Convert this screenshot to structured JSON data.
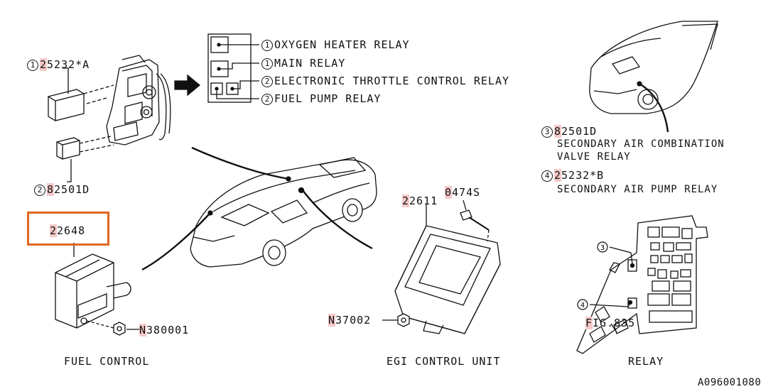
{
  "relay_legend": {
    "items": [
      {
        "num": "1",
        "label": "OXYGEN HEATER RELAY"
      },
      {
        "num": "1",
        "label": "MAIN RELAY"
      },
      {
        "num": "2",
        "label": "ELECTRONIC THROTTLE CONTROL RELAY"
      },
      {
        "num": "2",
        "label": "FUEL PUMP RELAY"
      }
    ]
  },
  "parts": {
    "relay_1": {
      "num": "1",
      "prefix": "2",
      "rest": "5232*A"
    },
    "relay_2": {
      "num": "2",
      "prefix": "8",
      "rest": "2501D"
    },
    "fuel_module": {
      "prefix": "2",
      "rest": "2648"
    },
    "fuel_nut": {
      "prefix": "N",
      "rest": "380001"
    },
    "ecu": {
      "prefix": "2",
      "rest": "2611"
    },
    "ecu_bolt": {
      "prefix": "0",
      "rest": "474S"
    },
    "ecu_nut": {
      "prefix": "N",
      "rest": "37002"
    },
    "sec_air_combo": {
      "num": "3",
      "prefix": "8",
      "rest": "2501D",
      "desc1": "SECONDARY AIR COMBINATION",
      "desc2": "VALVE RELAY"
    },
    "sec_air_pump": {
      "num": "4",
      "prefix": "2",
      "rest": "5232*B",
      "desc1": "SECONDARY AIR PUMP RELAY"
    },
    "relay_box_ref": {
      "prefix": "F",
      "rest": "IG.835"
    },
    "relay_box_callouts": [
      "3",
      "4"
    ]
  },
  "captions": {
    "fuel_control": "FUEL CONTROL",
    "egi_control_unit": "EGI CONTROL UNIT",
    "relay": "RELAY"
  },
  "figure_id": "A096001080",
  "colors": {
    "highlight": "#f6c9c9",
    "callout_border": "#e0661f",
    "line": "#111111"
  }
}
